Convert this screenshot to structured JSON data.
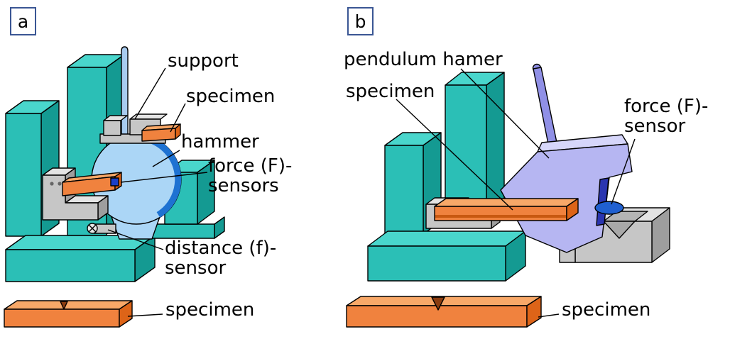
{
  "figure": {
    "description": "impact-test-setups-diagram",
    "panels": {
      "a": {
        "tag": "a",
        "labels": {
          "support": "support",
          "specimen_top": "specimen",
          "hammer": "hammer",
          "force_sensors": "force (F)-\nsensors",
          "distance_sensor": "distance (f)-\nsensor",
          "specimen_bottom": "specimen"
        }
      },
      "b": {
        "tag": "b",
        "labels": {
          "pendulum_hammer": "pendulum hamer",
          "specimen": "specimen",
          "force_sensor": "force (F)-\nsensor",
          "specimen_bottom": "specimen"
        }
      }
    },
    "palette": {
      "frame_teal_front": "#2BBFB6",
      "frame_teal_top": "#49D6CC",
      "frame_teal_side": "#149A92",
      "hammer_disc_blue": "#ABD6F6",
      "hammer_rim_blue": "#1E72D2",
      "pendulum_lavender": "#B6B6F2",
      "pendulum_rod_blue": "#9090E6",
      "pendulum_slot_blue": "#2A35B0",
      "specimen_orange_front": "#F0823E",
      "specimen_orange_top": "#F8A868",
      "specimen_orange_side": "#DD6418",
      "force_sensor_blue": "#1B3FC8",
      "force_sensor_disc_blue": "#2060D0",
      "metal_gray": "#C6C6C6",
      "tag_border_blue": "#3A5694",
      "label_text": "#000000",
      "background": "#FFFFFF"
    }
  }
}
